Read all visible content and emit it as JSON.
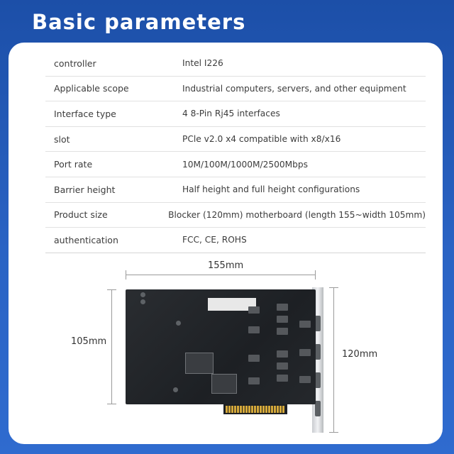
{
  "title": "Basic parameters",
  "specs": [
    {
      "label": "controller",
      "value": "Intel I226"
    },
    {
      "label": "Applicable scope",
      "value": "Industrial computers, servers, and other equipment"
    },
    {
      "label": "Interface type",
      "value": "4 8-Pin Rj45 interfaces"
    },
    {
      "label": "slot",
      "value": "PCle  v2.0  x4 compatible with x8/x16"
    },
    {
      "label": "Port rate",
      "value": "10M/100M/1000M/2500Mbps"
    },
    {
      "label": "Barrier height",
      "value": "Half height and full height configurations"
    },
    {
      "label": "Product size",
      "value": "Blocker (120mm) motherboard (length 155~width 105mm)"
    },
    {
      "label": "authentication",
      "value": "FCC, CE, ROHS"
    }
  ],
  "dimensions": {
    "length": "155mm",
    "width": "105mm",
    "height": "120mm"
  },
  "colors": {
    "background": "#2a63c4",
    "card": "#ffffff",
    "board": "#1d2024"
  }
}
